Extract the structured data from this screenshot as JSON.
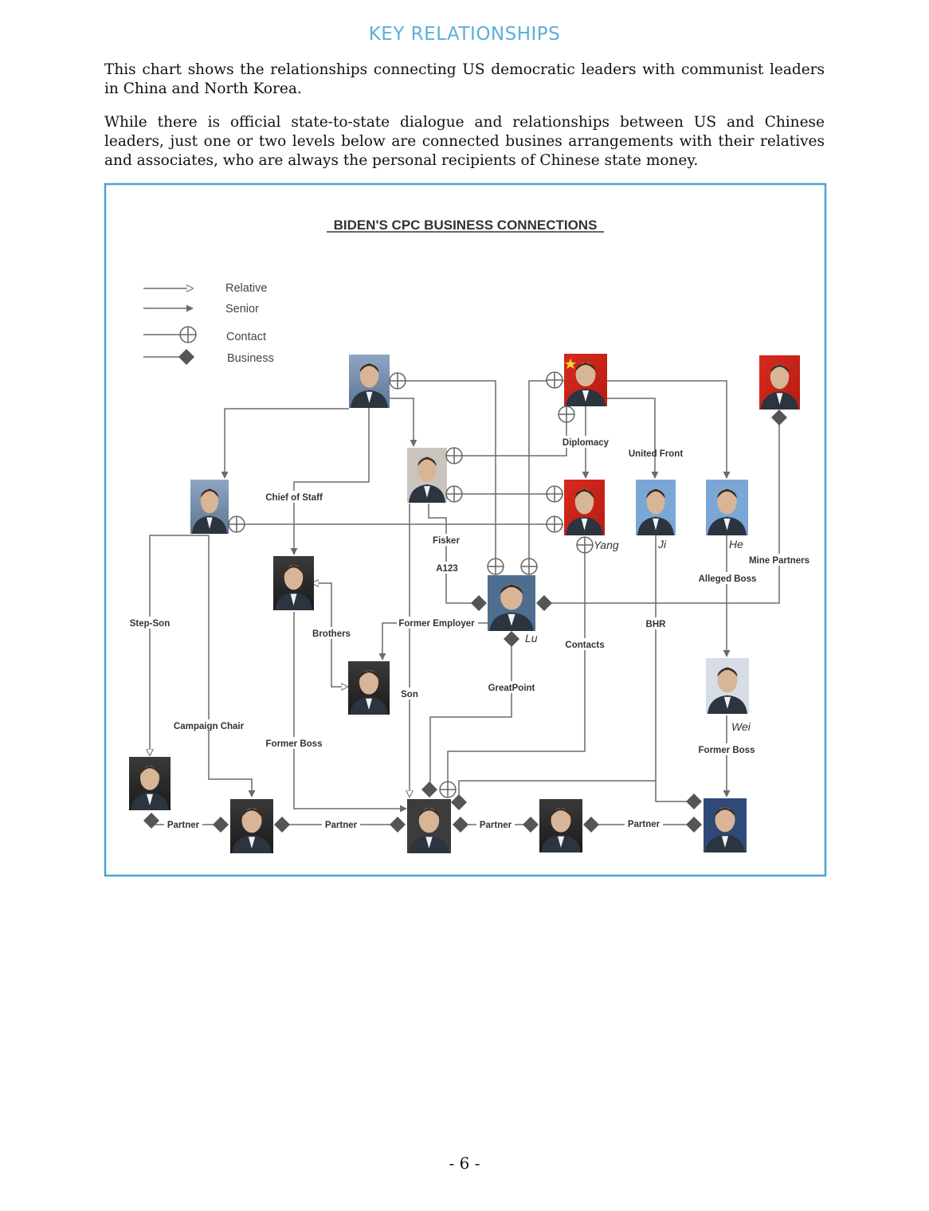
{
  "page": {
    "heading": "KEY RELATIONSHIPS",
    "paragraphs": [
      "This chart shows the relationships connecting US democratic leaders with communist leaders in China and North Korea.",
      "While there is official state-to-state dialogue and relationships between US and Chinese leaders, just one or two levels below are connected busines arrangements with their relatives and associates, who are always the personal recipients of Chinese state money."
    ],
    "page_number": "- 6 -"
  },
  "diagram": {
    "title": "BIDEN'S CPC BUSINESS CONNECTIONS",
    "legend": [
      {
        "label": "Relative",
        "marker": "open-arrow-icon"
      },
      {
        "label": "Senior",
        "marker": "filled-arrow-icon"
      },
      {
        "label": "Contact",
        "marker": "circle-cross-icon"
      },
      {
        "label": "Business",
        "marker": "diamond-icon"
      }
    ],
    "name_labels": {
      "yang": "Yang",
      "ji": "Ji",
      "he": "He",
      "lu": "Lu",
      "wei": "Wei"
    },
    "edge_labels": {
      "diplomacy": "Diplomacy",
      "united_front": "United Front",
      "chief_of_staff": "Chief of Staff",
      "fisker": "Fisker",
      "a123": "A123",
      "mine_partners": "Mine Partners",
      "alleged_boss": "Alleged Boss",
      "step_son": "Step-Son",
      "former_employer": "Former Employer",
      "brothers": "Brothers",
      "contacts": "Contacts",
      "bhr": "BHR",
      "greatpoint": "GreatPoint",
      "son": "Son",
      "campaign_chair": "Campaign Chair",
      "former_boss_1": "Former Boss",
      "former_boss_2": "Former Boss",
      "partner_1": "Partner",
      "partner_2": "Partner",
      "partner_3": "Partner",
      "partner_4": "Partner"
    },
    "colors": {
      "frame": "#4aa3d6",
      "heading": "#5aafd8",
      "line": "#6b6b6b",
      "marker": "#555555"
    }
  }
}
